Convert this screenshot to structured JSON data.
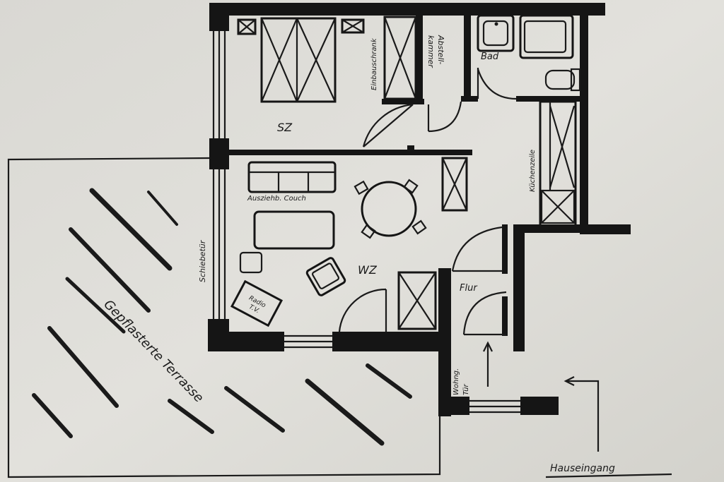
{
  "floorplan": {
    "rooms": {
      "sleeping": "SZ",
      "living": "WZ",
      "bath": "Bad",
      "storage": "Abstell-\nkammer",
      "wardrobe": "Einbauschrank",
      "kitchenette": "Küchenzeile",
      "hall": "Flur"
    },
    "furniture": {
      "couch": "Ausziehb. Couch",
      "radio": "Radio\nT.V."
    },
    "doors": {
      "sliding_door": "Schiebetür",
      "apartment_door": "Wohng.\nTür"
    },
    "outside": {
      "terrace": "Gepflasterte Terrasse",
      "house_entrance": "Hauseingang"
    }
  }
}
